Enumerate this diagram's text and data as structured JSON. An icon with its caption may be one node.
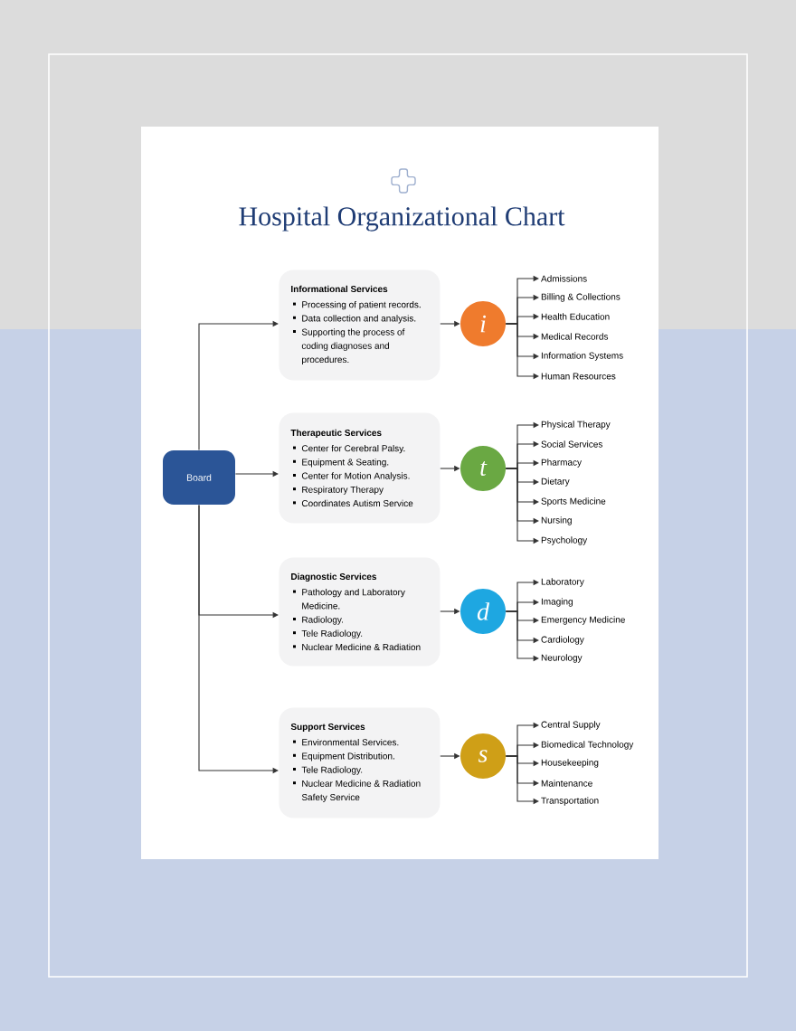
{
  "diagram": {
    "title": "Hospital Organizational Chart",
    "nodes": [
      {
        "text": [
          "Board"
        ]
      },
      {
        "text": [
          "Informational Services",
          "Processing of patient records.",
          "Data collection and analysis.",
          "Supporting the process of coding diagnoses and procedures."
        ]
      },
      {
        "text": [
          "i"
        ]
      },
      {
        "text": [
          "Admissions"
        ]
      },
      {
        "text": [
          "Billing & Collections"
        ]
      },
      {
        "text": [
          "Health Education"
        ]
      },
      {
        "text": [
          "Medical Records"
        ]
      },
      {
        "text": [
          "Information Systems"
        ]
      },
      {
        "text": [
          "Human Resources"
        ]
      },
      {
        "text": [
          "Therapeutic Services",
          "Center for Cerebral Palsy.",
          "Equipment & Seating.",
          "Center for Motion Analysis.",
          "Respiratory Therapy",
          "Coordinates Autism Service"
        ]
      },
      {
        "text": [
          "t"
        ]
      },
      {
        "text": [
          "Physical Therapy"
        ]
      },
      {
        "text": [
          "Social Services"
        ]
      },
      {
        "text": [
          "Pharmacy"
        ]
      },
      {
        "text": [
          "Dietary"
        ]
      },
      {
        "text": [
          "Sports Medicine"
        ]
      },
      {
        "text": [
          "Nursing"
        ]
      },
      {
        "text": [
          "Psychology"
        ]
      },
      {
        "text": [
          "Diagnostic Services",
          "Pathology and Laboratory Medicine.",
          "Radiology.",
          "Tele Radiology.",
          "Nuclear Medicine & Radiation"
        ]
      },
      {
        "text": [
          "d"
        ]
      },
      {
        "text": [
          "Laboratory"
        ]
      },
      {
        "text": [
          "Imaging"
        ]
      },
      {
        "text": [
          "Emergency Medicine"
        ]
      },
      {
        "text": [
          "Cardiology"
        ]
      },
      {
        "text": [
          "Neurology"
        ]
      },
      {
        "text": [
          "Support Services",
          "Environmental Services.",
          "Equipment Distribution.",
          "Tele Radiology.",
          "Nuclear Medicine & Radiation Safety Service"
        ]
      },
      {
        "text": [
          "s"
        ]
      },
      {
        "text": [
          "Central Supply"
        ]
      },
      {
        "text": [
          "Biomedical Technology"
        ]
      },
      {
        "text": [
          "Housekeeping"
        ]
      },
      {
        "text": [
          "Maintenance"
        ]
      },
      {
        "text": [
          "Transportation"
        ]
      }
    ],
    "edges": [
      {
        "from": 0,
        "to": 1,
        "arrow": "to"
      },
      {
        "from": 0,
        "to": 9,
        "arrow": "to"
      },
      {
        "from": 0,
        "to": 18,
        "arrow": "to"
      },
      {
        "from": 0,
        "to": 25,
        "arrow": "to"
      },
      {
        "from": 1,
        "to": 2,
        "arrow": "to"
      },
      {
        "from": 9,
        "to": 10,
        "arrow": "to"
      },
      {
        "from": 18,
        "to": 19,
        "arrow": "to"
      },
      {
        "from": 25,
        "to": 26,
        "arrow": "to"
      },
      {
        "from": 2,
        "to": 3,
        "arrow": "to"
      },
      {
        "from": 2,
        "to": 4,
        "arrow": "to"
      },
      {
        "from": 2,
        "to": 5,
        "arrow": "to"
      },
      {
        "from": 2,
        "to": 6,
        "arrow": "to"
      },
      {
        "from": 2,
        "to": 7,
        "arrow": "to"
      },
      {
        "from": 2,
        "to": 8,
        "arrow": "to"
      },
      {
        "from": 10,
        "to": 11,
        "arrow": "to"
      },
      {
        "from": 10,
        "to": 12,
        "arrow": "to"
      },
      {
        "from": 10,
        "to": 13,
        "arrow": "to"
      },
      {
        "from": 10,
        "to": 14,
        "arrow": "to"
      },
      {
        "from": 10,
        "to": 15,
        "arrow": "to"
      },
      {
        "from": 10,
        "to": 16,
        "arrow": "to"
      },
      {
        "from": 10,
        "to": 17,
        "arrow": "to"
      },
      {
        "from": 19,
        "to": 20,
        "arrow": "to"
      },
      {
        "from": 19,
        "to": 21,
        "arrow": "to"
      },
      {
        "from": 19,
        "to": 22,
        "arrow": "to"
      },
      {
        "from": 19,
        "to": 23,
        "arrow": "to"
      },
      {
        "from": 19,
        "to": 24,
        "arrow": "to"
      },
      {
        "from": 26,
        "to": 27,
        "arrow": "to"
      },
      {
        "from": 26,
        "to": 28,
        "arrow": "to"
      },
      {
        "from": 26,
        "to": 29,
        "arrow": "to"
      },
      {
        "from": 26,
        "to": 30,
        "arrow": "to"
      },
      {
        "from": 26,
        "to": 31,
        "arrow": "to"
      }
    ]
  }
}
